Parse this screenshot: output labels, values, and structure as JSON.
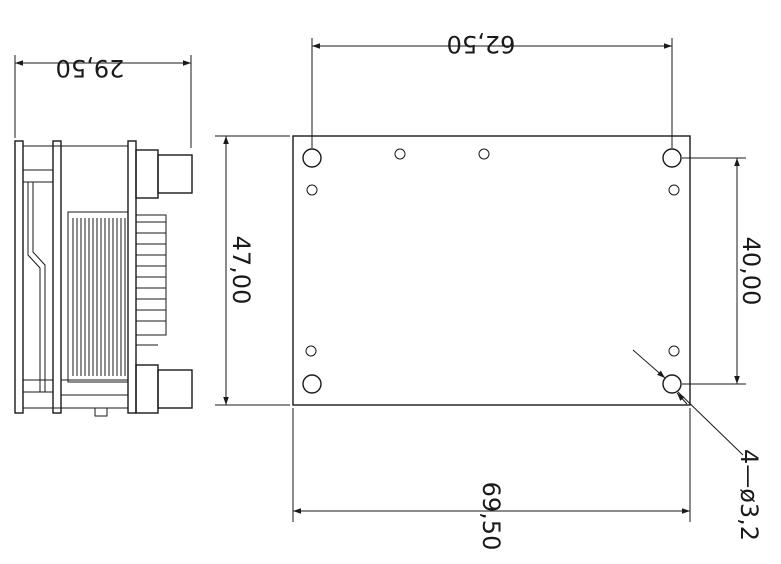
{
  "dimensions": {
    "depth": "29,50",
    "hole_spacing_x": "62,50",
    "height": "47,00",
    "hole_spacing_y": "40,00",
    "width": "69,50",
    "mount_holes": "4—ø3,2"
  },
  "colors": {
    "line": "#1a1a1a",
    "background": "#ffffff"
  }
}
